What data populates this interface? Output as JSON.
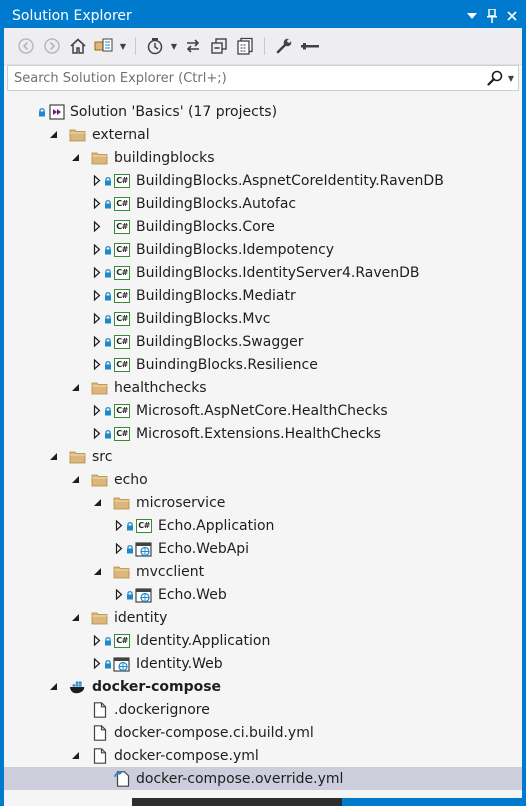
{
  "window": {
    "title": "Solution Explorer"
  },
  "search": {
    "placeholder": "Search Solution Explorer (Ctrl+;)"
  },
  "tree": [
    {
      "label": "Solution 'Basics' (17 projects)",
      "level": 0,
      "expander": "none",
      "icon": "solution-icon",
      "lock": true
    },
    {
      "label": "external",
      "level": 1,
      "expander": "expanded",
      "icon": "folder-icon"
    },
    {
      "label": "buildingblocks",
      "level": 2,
      "expander": "expanded",
      "icon": "folder-icon"
    },
    {
      "label": "BuildingBlocks.AspnetCoreIdentity.RavenDB",
      "level": 3,
      "expander": "collapsed",
      "icon": "csharp-project-icon",
      "lock": true
    },
    {
      "label": "BuildingBlocks.Autofac",
      "level": 3,
      "expander": "collapsed",
      "icon": "csharp-project-icon",
      "lock": true
    },
    {
      "label": "BuildingBlocks.Core",
      "level": 3,
      "expander": "collapsed",
      "icon": "csharp-project-icon"
    },
    {
      "label": "BuildingBlocks.Idempotency",
      "level": 3,
      "expander": "collapsed",
      "icon": "csharp-project-icon",
      "lock": true
    },
    {
      "label": "BuildingBlocks.IdentityServer4.RavenDB",
      "level": 3,
      "expander": "collapsed",
      "icon": "csharp-project-icon",
      "lock": true
    },
    {
      "label": "BuildingBlocks.Mediatr",
      "level": 3,
      "expander": "collapsed",
      "icon": "csharp-project-icon",
      "lock": true
    },
    {
      "label": "BuildingBlocks.Mvc",
      "level": 3,
      "expander": "collapsed",
      "icon": "csharp-project-icon",
      "lock": true
    },
    {
      "label": "BuildingBlocks.Swagger",
      "level": 3,
      "expander": "collapsed",
      "icon": "csharp-project-icon",
      "lock": true
    },
    {
      "label": "BuindingBlocks.Resilience",
      "level": 3,
      "expander": "collapsed",
      "icon": "csharp-project-icon",
      "lock": true
    },
    {
      "label": "healthchecks",
      "level": 2,
      "expander": "expanded",
      "icon": "folder-icon"
    },
    {
      "label": "Microsoft.AspNetCore.HealthChecks",
      "level": 3,
      "expander": "collapsed",
      "icon": "csharp-project-icon",
      "lock": true
    },
    {
      "label": "Microsoft.Extensions.HealthChecks",
      "level": 3,
      "expander": "collapsed",
      "icon": "csharp-project-icon",
      "lock": true
    },
    {
      "label": "src",
      "level": 1,
      "expander": "expanded",
      "icon": "folder-icon"
    },
    {
      "label": "echo",
      "level": 2,
      "expander": "expanded",
      "icon": "folder-icon"
    },
    {
      "label": "microservice",
      "level": 3,
      "expander": "expanded",
      "icon": "folder-icon"
    },
    {
      "label": "Echo.Application",
      "level": 4,
      "expander": "collapsed",
      "icon": "csharp-project-icon",
      "lock": true
    },
    {
      "label": "Echo.WebApi",
      "level": 4,
      "expander": "collapsed",
      "icon": "web-project-icon",
      "lock": true
    },
    {
      "label": "mvcclient",
      "level": 3,
      "expander": "expanded",
      "icon": "folder-icon"
    },
    {
      "label": "Echo.Web",
      "level": 4,
      "expander": "collapsed",
      "icon": "web-project-icon",
      "lock": true
    },
    {
      "label": "identity",
      "level": 2,
      "expander": "expanded",
      "icon": "folder-icon"
    },
    {
      "label": "Identity.Application",
      "level": 3,
      "expander": "collapsed",
      "icon": "csharp-project-icon",
      "lock": true
    },
    {
      "label": "Identity.Web",
      "level": 3,
      "expander": "collapsed",
      "icon": "web-project-icon",
      "lock": true
    },
    {
      "label": "docker-compose",
      "level": 1,
      "expander": "expanded",
      "icon": "docker-icon",
      "bold": true
    },
    {
      "label": ".dockerignore",
      "level": 2,
      "expander": "none",
      "icon": "file-icon"
    },
    {
      "label": "docker-compose.ci.build.yml",
      "level": 2,
      "expander": "none",
      "icon": "file-icon"
    },
    {
      "label": "docker-compose.yml",
      "level": 2,
      "expander": "expanded",
      "icon": "file-icon"
    },
    {
      "label": "docker-compose.override.yml",
      "level": 3,
      "expander": "none",
      "icon": "linked-file-icon",
      "selected": true
    }
  ],
  "colors": {
    "accent": "#007acc",
    "folder": "#dcb67a",
    "csharp": "#388a34",
    "selection": "#cccedb",
    "lock": "#1e88c8"
  }
}
